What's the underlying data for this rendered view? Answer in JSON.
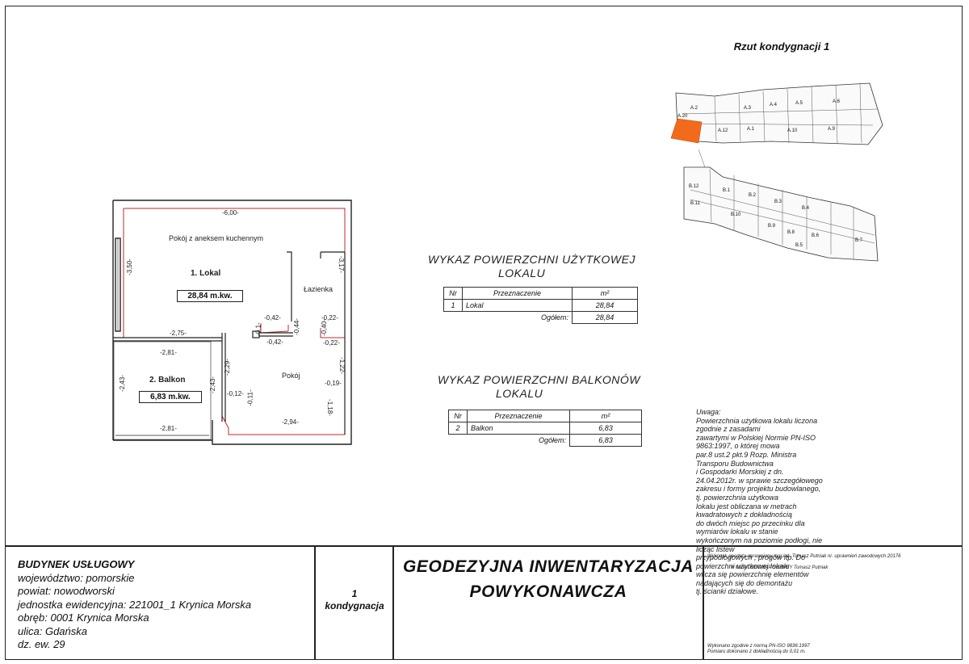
{
  "header": {
    "rzut_title": "Rzut kondygnacji 1"
  },
  "site_plan": {
    "labels_a": [
      "A.3",
      "A.4",
      "A.5",
      "A.6",
      "A.2",
      "A.1",
      "A.12",
      "A.10",
      "A.9",
      "A.20"
    ],
    "labels_b": [
      "B.12",
      "B.1",
      "B.2",
      "B.3",
      "B.4",
      "B.10",
      "B.11",
      "B.6",
      "B.7",
      "B.8",
      "B.9",
      "B.5"
    ],
    "highlight_color": "#f26b1d"
  },
  "floor_plan": {
    "room_main": "Pokój z aneksem kuchennym",
    "lokal_label": "1. Lokal",
    "lokal_area": "28,84 m.kw.",
    "lazienka": "Łazienka",
    "pokoj": "Pokój",
    "balkon_label": "2. Balkon",
    "balkon_area": "6,83 m.kw.",
    "dims": {
      "top": "-6,00-",
      "left": "-3,50-",
      "right_upper": "-3,17-",
      "bath_l": "-0,42-",
      "bath_r": "-0,22-",
      "mid": "-2,75-",
      "corr_l": "-0,42-",
      "corr_r": "-0,22-",
      "v_small_a": "-0,1-",
      "v_small_b": "-0,44-",
      "v_small_c": "-0,40-",
      "balk_top": "-2,81-",
      "balk_left": "-2,43-",
      "balk_right": "-2,43-",
      "balk_bottom": "-2,81-",
      "pokoj_left": "-2,29-",
      "pokoj_right_a": "-1,22-",
      "pokoj_right_b": "-0,19-",
      "pokoj_right_c": "-1,18-",
      "pokoj_small_a": "-0,12-",
      "pokoj_small_b": "-0,11-",
      "pokoj_bottom": "-2,94-"
    }
  },
  "wykaz_uzytkowej": {
    "title_line1": "WYKAZ POWIERZCHNI UŻYTKOWEJ",
    "title_line2": "LOKALU",
    "headers": {
      "nr": "Nr",
      "przeznaczenie": "Przeznaczenie",
      "m2": "m²"
    },
    "rows": [
      {
        "nr": "1",
        "przeznaczenie": "Lokal",
        "area": "28,84"
      }
    ],
    "total_label": "Ogółem:",
    "total": "28,84"
  },
  "wykaz_balkonow": {
    "title_line1": "WYKAZ POWIERZCHNI BALKONÓW",
    "title_line2": "LOKALU",
    "headers": {
      "nr": "Nr",
      "przeznaczenie": "Przeznaczenie",
      "m2": "m²"
    },
    "rows": [
      {
        "nr": "2",
        "przeznaczenie": "Balkon",
        "area": "6,83"
      }
    ],
    "total_label": "Ogółem:",
    "total": "6,83"
  },
  "uwaga": {
    "title": "Uwaga:",
    "lines": [
      "Powierzchnia użytkowa lokalu liczona zgodnie z zasadami",
      "zawartymi w Polskiej Normie PN-ISO 9863:1997, o której mowa",
      "par.8 ust.2 pkt.9 Rozp. Ministra Transporu Budownictwa",
      "i Gospodarki Morskiej z dn. 24.04.2012r. w sprawie szczegółowego",
      "zakresu i formy projektu budowlanego, tj. powierzchnia użytkowa",
      "lokalu jest obliczana w metrach kwadratowych z dokładnością",
      "do dwóch miejsc po przecinku dla wymiarów lokalu w stanie",
      "wykończonym na poziomie podłogi, nie licząc listew",
      "przypodłogowych , progów itp. Do powierzchni użytkowej lokalu",
      "wlicza się powierzchnię elementów nadających się do demontażu",
      "tj. ścianki działowe."
    ]
  },
  "title_block": {
    "building": "BUDYNEK USŁUGOWY",
    "lines": [
      "województwo: pomorskie",
      "powiat:  nowodworski",
      "jednostka ewidencyjna:  221001_1  Krynica Morska",
      "obręb:  0001 Krynica Morska",
      "ulica: Gdańska",
      "dz. ew. 29"
    ],
    "kond_number": "1",
    "kond_label": "kondygnacja",
    "main_line1": "GEODEZYJNA INWENTARYZACJA",
    "main_line2": "POWYKONAWCZA",
    "wykonal": "Wykonał: geodeta uprawniony mgr.inż. Tomasz Putniak nr. uprawnień zawodowych 20176",
    "firma": "w firmie: GEOMAP SURVEY Tomasz Putniak",
    "norma1": "Wykonano zgodnie z normą PN-ISO 9836:1997",
    "norma2": "Pomiaru dokonano z dokładnością do 0,01 m."
  }
}
